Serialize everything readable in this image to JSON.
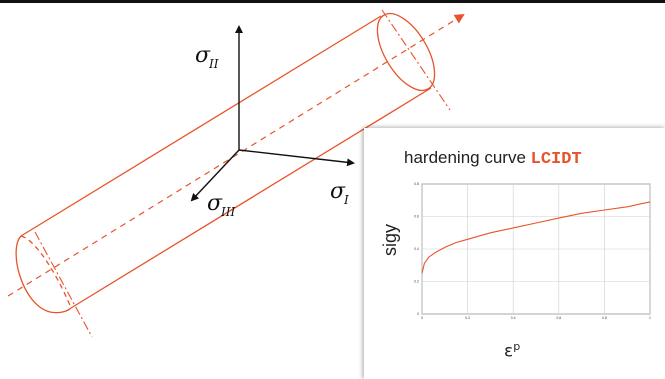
{
  "diagram": {
    "axes": {
      "sigma_II": {
        "symbol": "σ",
        "subscript": "II"
      },
      "sigma_I": {
        "symbol": "σ",
        "subscript": "I"
      },
      "sigma_III": {
        "symbol": "σ",
        "subscript": "III"
      }
    },
    "colors": {
      "cylinder": "#e8532b",
      "axes": "#111111"
    }
  },
  "inset": {
    "title_prefix": "hardening curve ",
    "title_code": "LCIDT",
    "ylabel": "sigy",
    "xlabel_base": "ε",
    "xlabel_sup": "p"
  },
  "chart_data": {
    "type": "line",
    "title": "hardening curve LCIDT",
    "xlabel": "εp",
    "ylabel": "sigy",
    "xlim": [
      0,
      1
    ],
    "ylim": [
      0,
      0.8
    ],
    "x_ticks": [
      "0",
      "0.2",
      "0.4",
      "0.6",
      "0.8",
      "1"
    ],
    "y_ticks": [
      "0",
      "0.2",
      "0.4",
      "0.6",
      "0.8"
    ],
    "grid": true,
    "series": [
      {
        "color": "#e8532b",
        "x": [
          0,
          0.01,
          0.03,
          0.06,
          0.1,
          0.15,
          0.2,
          0.3,
          0.4,
          0.5,
          0.6,
          0.7,
          0.8,
          0.9,
          1.0
        ],
        "y": [
          0.25,
          0.31,
          0.35,
          0.38,
          0.41,
          0.44,
          0.46,
          0.5,
          0.53,
          0.56,
          0.59,
          0.62,
          0.64,
          0.66,
          0.69
        ]
      }
    ]
  }
}
